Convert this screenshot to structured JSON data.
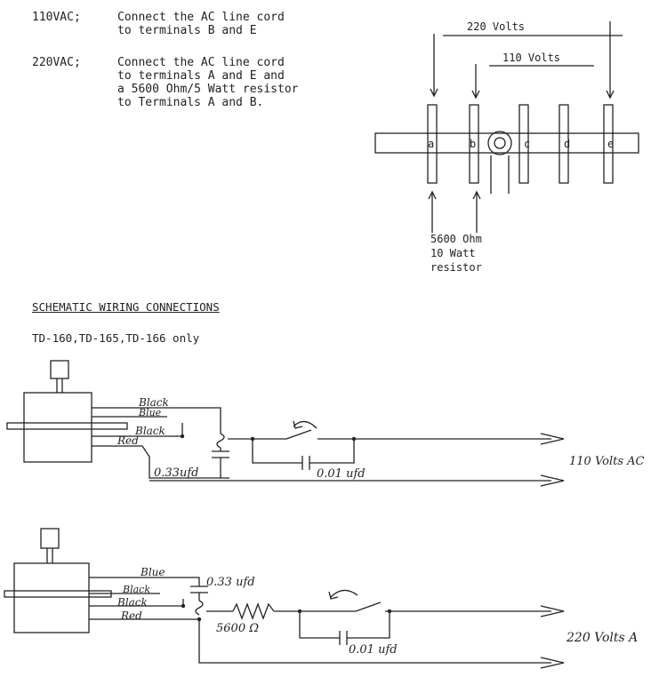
{
  "instructions": [
    {
      "voltage": "110VAC;",
      "text": "Connect the AC line cord\nto terminals B and E"
    },
    {
      "voltage": "220VAC;",
      "text": "Connect the AC line cord\nto terminals A and E and\na 5600 Ohm/5 Watt resistor\nto Terminals A and B."
    }
  ],
  "terminal_strip": {
    "range_220": "220 Volts",
    "range_110": "110 Volts",
    "terminals": [
      "a",
      "b",
      "c",
      "d",
      "e"
    ],
    "resistor_note": [
      "5600 Ohm",
      "10 Watt",
      "resistor"
    ]
  },
  "schematic": {
    "heading": "SCHEMATIC WIRING CONNECTIONS",
    "models": "TD-160,TD-165,TD-166 only",
    "circuit_110": {
      "wires": [
        "Black",
        "Blue",
        "Black",
        "Red"
      ],
      "cap_main": "0.33ufd",
      "cap_switch": "0.01 ufd",
      "output": "110 Volts AC"
    },
    "circuit_220": {
      "wires": [
        "Blue",
        "Black",
        "Black",
        "Red"
      ],
      "cap_main": "0.33 ufd",
      "resistor": "5600 Ω",
      "cap_switch": "0.01 ufd",
      "output": "220 Volts A"
    }
  }
}
